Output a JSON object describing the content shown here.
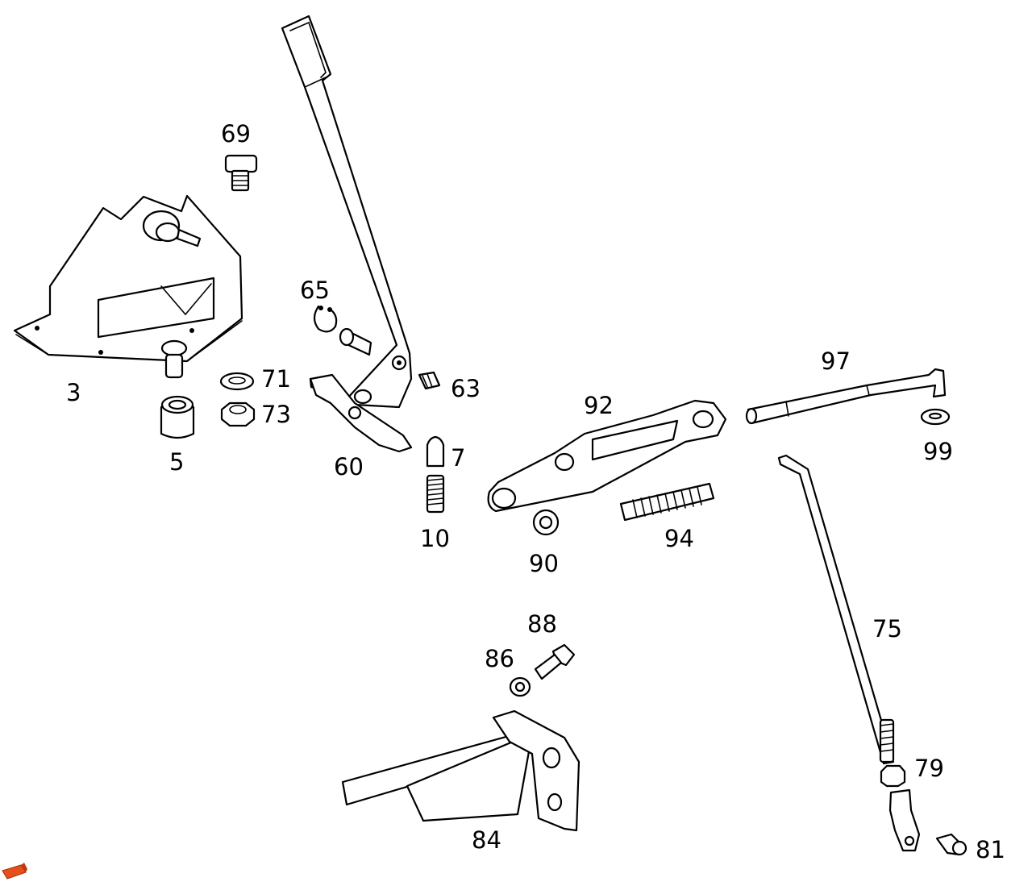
{
  "callouts": {
    "p3": "3",
    "p5": "5",
    "p7": "7",
    "p10": "10",
    "p60": "60",
    "p63": "63",
    "p65": "65",
    "p69": "69",
    "p71": "71",
    "p73": "73",
    "p75": "75",
    "p79": "79",
    "p81": "81",
    "p84": "84",
    "p86": "86",
    "p88": "88",
    "p90": "90",
    "p92": "92",
    "p94": "94",
    "p97": "97",
    "p99": "99"
  },
  "colors": {
    "line": "#000000",
    "background": "#ffffff",
    "logo": "#e8501a"
  }
}
